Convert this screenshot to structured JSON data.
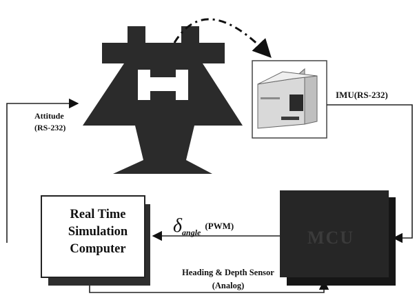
{
  "labels": {
    "attitude_line1": "Attitude",
    "attitude_line2": "(RS-232)",
    "imu": "IMU(RS-232)",
    "computer_line1": "Real Time",
    "computer_line2": "Simulation",
    "computer_line3": "Computer",
    "pwm_symbol": "δ",
    "pwm_subscript": "angle",
    "pwm_suffix": "(PWM)",
    "sensor_line1": "Heading & Depth Sensor",
    "sensor_line2": "(Analog)",
    "mcu_box_text": "MCU"
  },
  "colors": {
    "table": "#2b2b2b",
    "mcu_box": "#262626",
    "shadow": "#2e2e2e",
    "line": "#222222",
    "imu_body": "#d9d9d9"
  },
  "icons": {
    "table": "motion-table-icon",
    "imu": "imu-device-icon"
  }
}
